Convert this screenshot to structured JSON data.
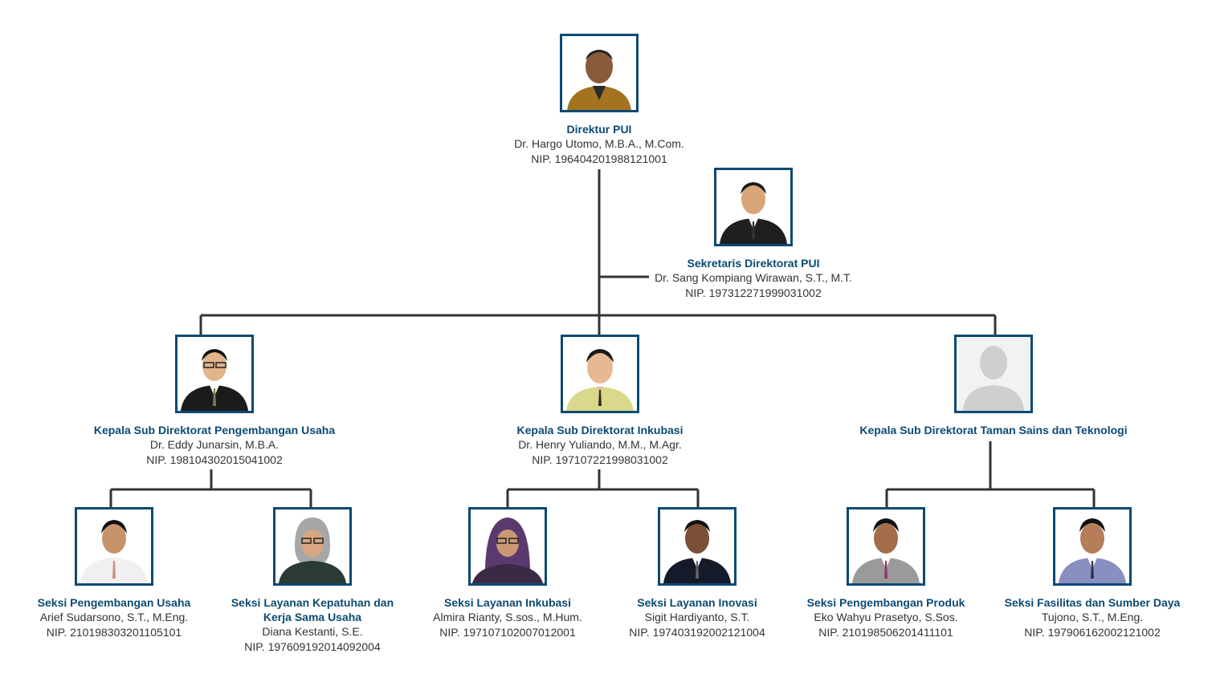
{
  "colors": {
    "accent": "#0c4a73",
    "line": "#333333"
  },
  "director": {
    "title": "Direktur PUI",
    "name": "Dr. Hargo Utomo, M.B.A., M.Com.",
    "nip": "NIP. 196404201988121001",
    "photo": "person-photo"
  },
  "secretary": {
    "title": "Sekretaris Direktorat PUI",
    "name": "Dr. Sang Kompiang Wirawan, S.T., M.T.",
    "nip": "NIP. 197312271999031002",
    "photo": "person-photo"
  },
  "subdirectors": [
    {
      "title": "Kepala Sub Direktorat Pengembangan Usaha",
      "name": "Dr. Eddy Junarsin, M.B.A.",
      "nip": "NIP. 198104302015041002",
      "photo": "person-photo"
    },
    {
      "title": "Kepala Sub Direktorat Inkubasi",
      "name": "Dr. Henry Yuliando, M.M., M.Agr.",
      "nip": "NIP. 197107221998031002",
      "photo": "person-photo"
    },
    {
      "title": "Kepala Sub Direktorat Taman Sains dan Teknologi",
      "photo": "placeholder-avatar-icon"
    }
  ],
  "sections": [
    {
      "title": "Seksi Pengembangan Usaha",
      "name": "Arief Sudarsono, S.T., M.Eng.",
      "nip": "NIP. 210198303201105101"
    },
    {
      "title": "Seksi Layanan Kepatuhan dan Kerja Sama Usaha",
      "name": "Diana Kestanti, S.E.",
      "nip": "NIP. 197609192014092004"
    },
    {
      "title": "Seksi Layanan Inkubasi",
      "name": "Almira Rianty, S.sos., M.Hum.",
      "nip": "NIP. 197107102007012001"
    },
    {
      "title": "Seksi Layanan Inovasi",
      "name": "Sigit Hardiyanto, S.T.",
      "nip": "NIP. 197403192002121004"
    },
    {
      "title": "Seksi Pengembangan Produk",
      "name": "Eko Wahyu Prasetyo, S.Sos.",
      "nip": "NIP. 210198506201411101"
    },
    {
      "title": "Seksi Fasilitas dan Sumber Daya",
      "name": "Tujono, S.T., M.Eng.",
      "nip": "NIP. 197906162002121002"
    }
  ]
}
